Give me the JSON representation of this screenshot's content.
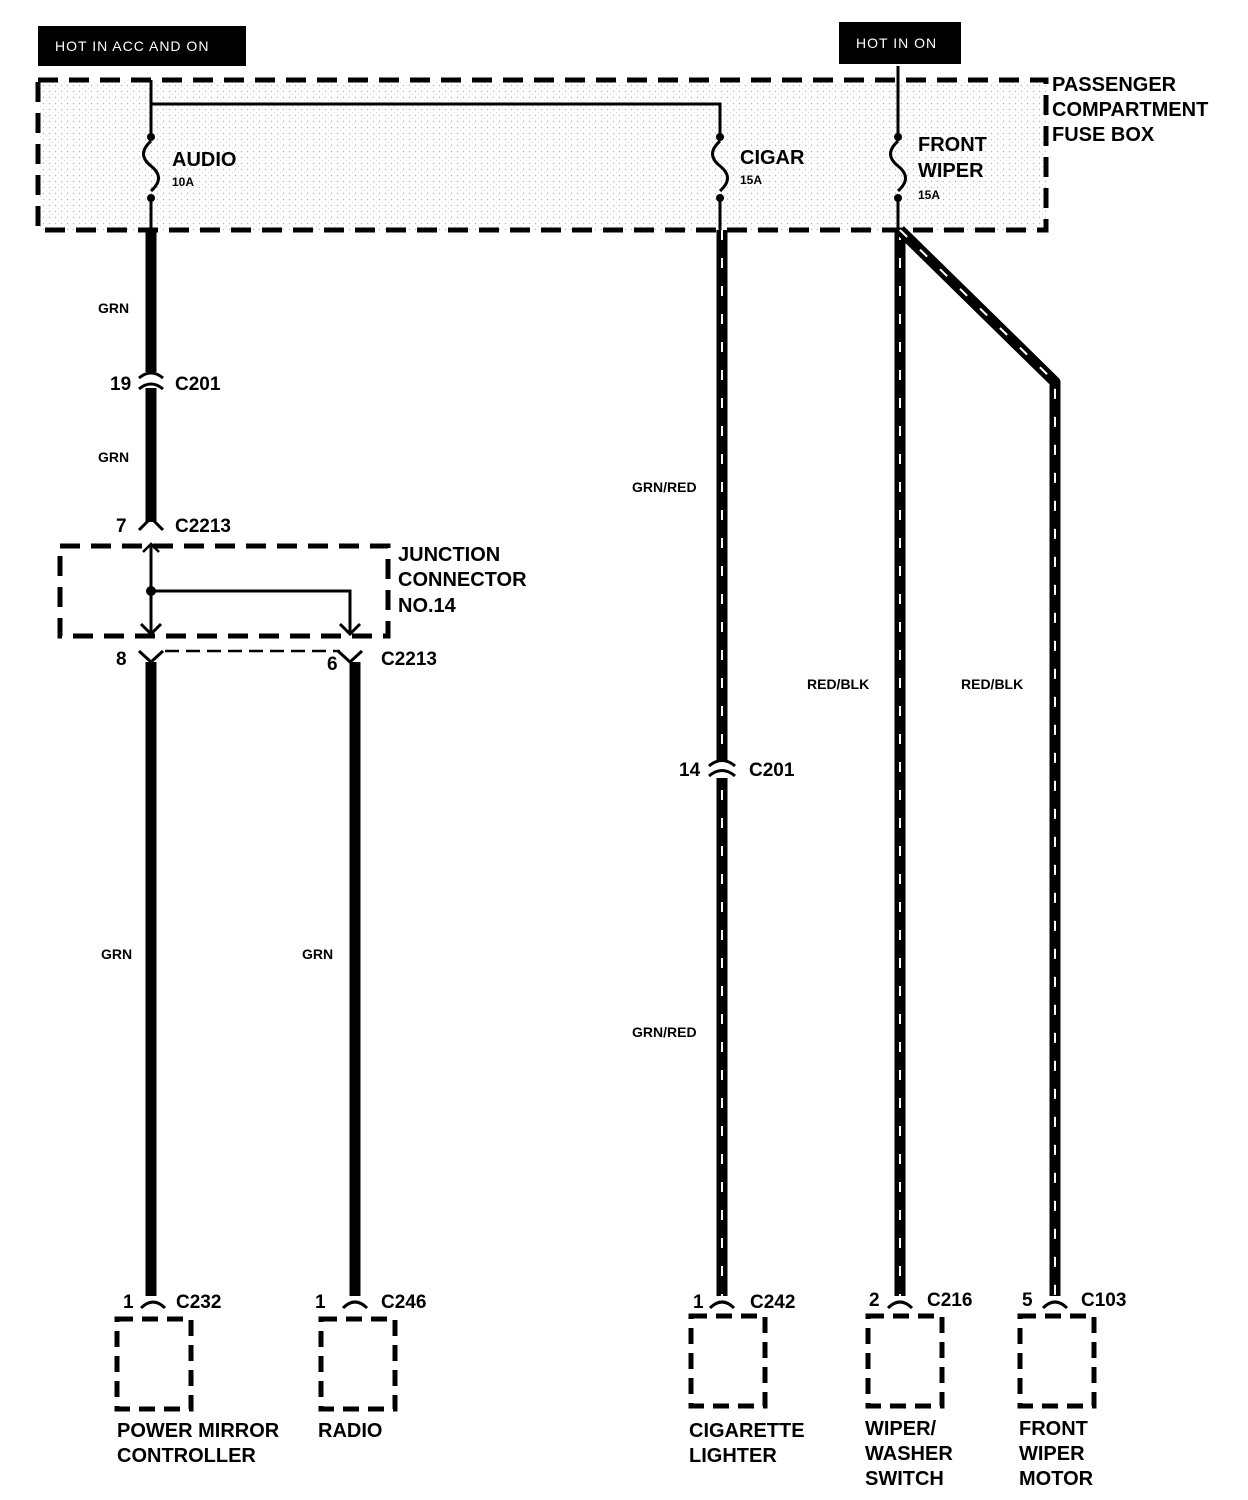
{
  "power_banners": {
    "acc_on": "HOT IN ACC AND ON",
    "on": "HOT IN ON"
  },
  "fuse_box": {
    "label_lines": [
      "PASSENGER",
      "COMPARTMENT",
      "FUSE BOX"
    ],
    "fuses": [
      {
        "name": "AUDIO",
        "rating": "10A"
      },
      {
        "name": "CIGAR",
        "rating": "15A"
      },
      {
        "name_lines": [
          "FRONT",
          "WIPER"
        ],
        "rating": "15A"
      }
    ]
  },
  "junction_connector": {
    "label_lines": [
      "JUNCTION",
      "CONNECTOR",
      "NO.14"
    ]
  },
  "wires": {
    "audio_upper": "GRN",
    "audio_mid": "GRN",
    "mirror": "GRN",
    "radio": "GRN",
    "cigar_upper": "GRN/RED",
    "cigar_lower": "GRN/RED",
    "wiper_switch": "RED/BLK",
    "wiper_motor": "RED/BLK"
  },
  "connectors": {
    "c201_audio": {
      "pin": "19",
      "id": "C201"
    },
    "c2213_in": {
      "pin": "7",
      "id": "C2213"
    },
    "c2213_out_left": {
      "pin": "8"
    },
    "c2213_out_right": {
      "pin": "6",
      "id": "C2213"
    },
    "c201_cigar": {
      "pin": "14",
      "id": "C201"
    },
    "c232": {
      "pin": "1",
      "id": "C232"
    },
    "c246": {
      "pin": "1",
      "id": "C246"
    },
    "c242": {
      "pin": "1",
      "id": "C242"
    },
    "c216": {
      "pin": "2",
      "id": "C216"
    },
    "c103": {
      "pin": "5",
      "id": "C103"
    }
  },
  "components": {
    "mirror": [
      "POWER MIRROR",
      "CONTROLLER"
    ],
    "radio": [
      "RADIO"
    ],
    "lighter": [
      "CIGARETTE",
      "LIGHTER"
    ],
    "wiper_switch": [
      "WIPER/",
      "WASHER",
      "SWITCH"
    ],
    "wiper_motor": [
      "FRONT",
      "WIPER",
      "MOTOR"
    ]
  }
}
